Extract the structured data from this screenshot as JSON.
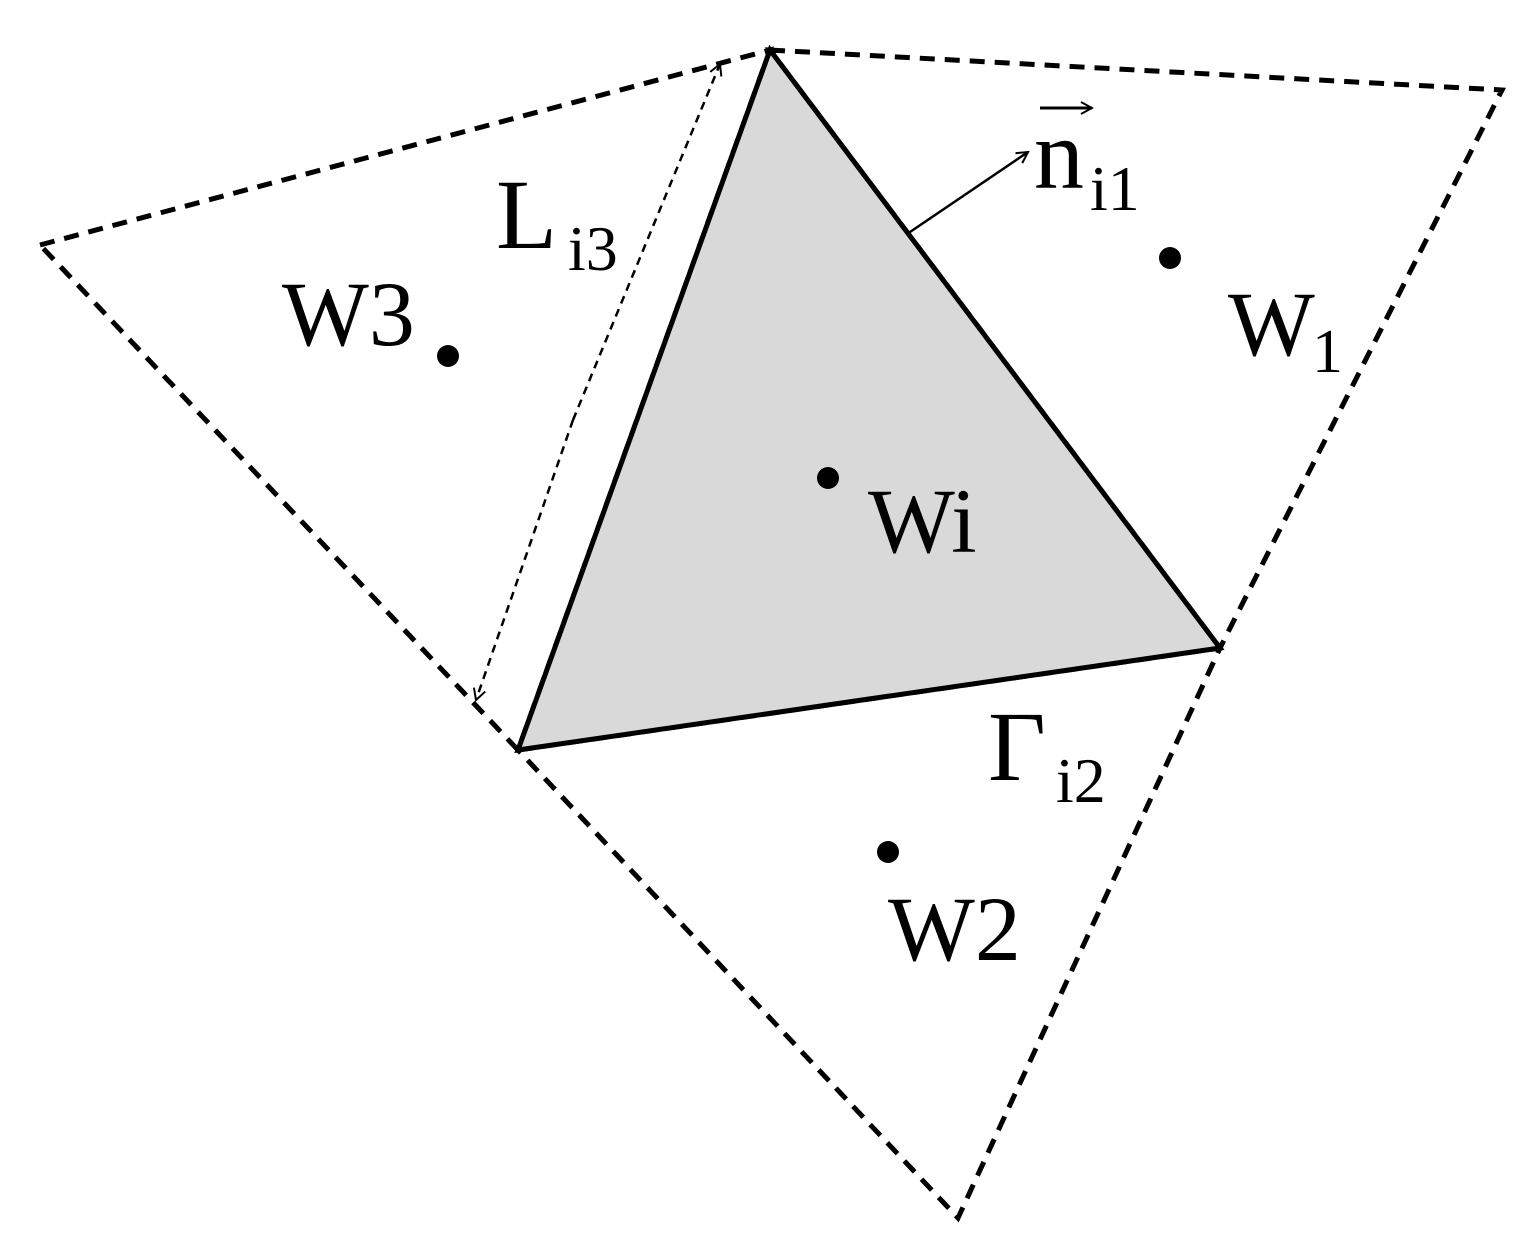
{
  "labels": {
    "w3": "W3",
    "w1_main": "W",
    "w1_sub": "1",
    "wi": "Wi",
    "w2": "W2",
    "l_main": "L",
    "l_sub": "i3",
    "n_main": "n",
    "n_sub": "i1",
    "gamma_main": "Γ",
    "gamma_sub": "i2"
  },
  "colors": {
    "shaded_triangle": "#d9d9d9",
    "stroke": "#000000",
    "background": "#ffffff"
  }
}
